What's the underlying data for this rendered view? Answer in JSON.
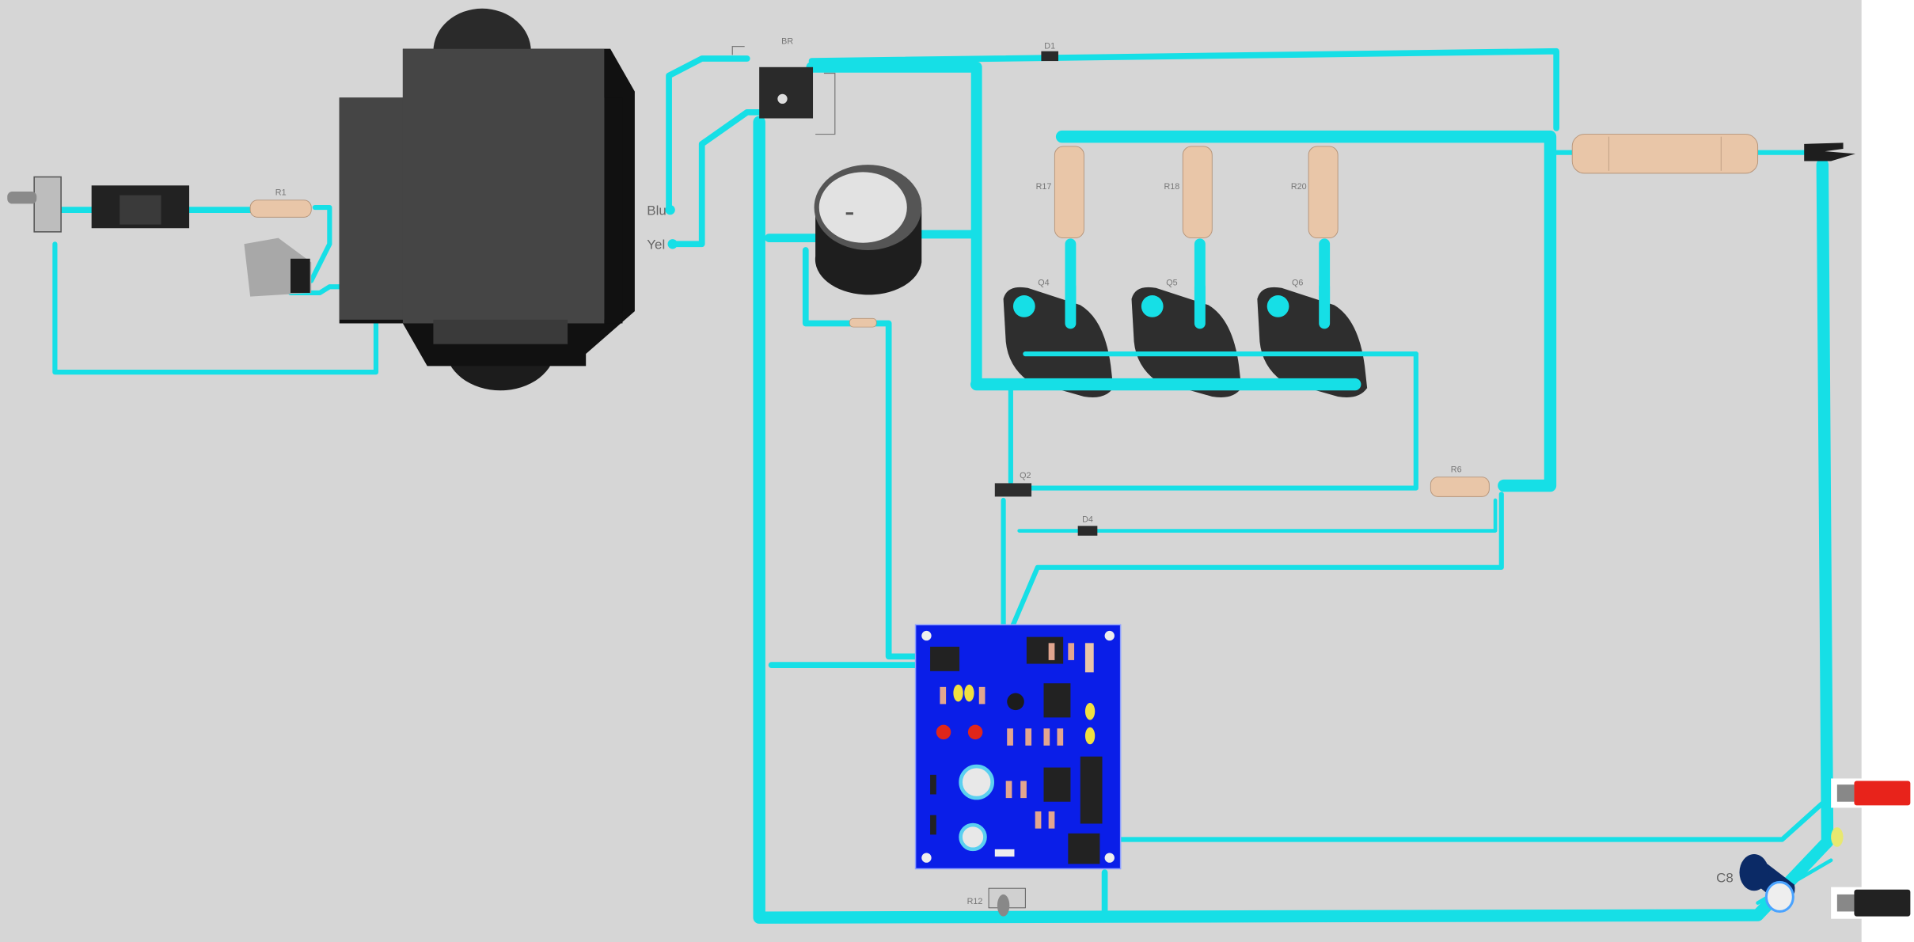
{
  "colors": {
    "canvas": "#d6d6d6",
    "trace": "#16dfe6",
    "pcb": "#0a1ee8",
    "resistor": "#e9c6a8",
    "component_dark": "#3a3a3a"
  },
  "labels": {
    "blu": "Blu",
    "yel": "Yel",
    "bridge": "BR",
    "fuse_resistor": "R1",
    "res_a": "R17",
    "res_b": "R18",
    "res_c": "R20",
    "tr_a": "Q4",
    "tr_b": "Q5",
    "tr_c": "Q6",
    "driver": "Q2",
    "res_bias": "R6",
    "diode_top": "D1",
    "diode_mid": "D4",
    "cap_out": "C8",
    "pot": "R12"
  }
}
